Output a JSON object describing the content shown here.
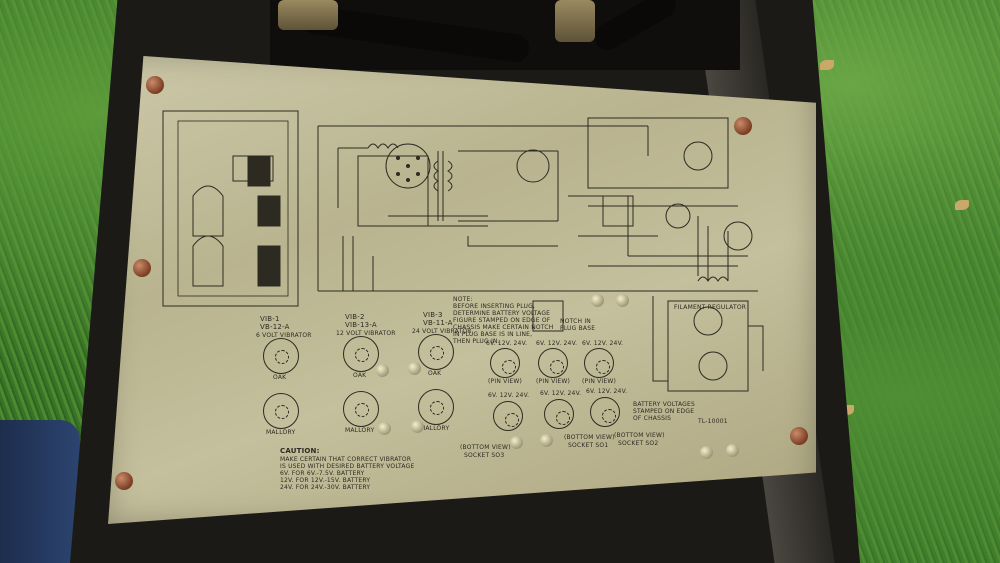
{
  "scene": "vintage radio power supply chassis panel on grass",
  "colors": {
    "panel": "#c4bf9c",
    "ink": "#2d2a22",
    "case": "#1c1a17",
    "grass": "#3f7a2a",
    "screw": "#7a3d22"
  },
  "vibrators": [
    {
      "name": "VIB-1",
      "model": "VB-12-A",
      "voltage": "6 VOLT VIBRATOR",
      "brand_top": "OAK",
      "brand_bottom": "MALLORY"
    },
    {
      "name": "VIB-2",
      "model": "VIB-13-A",
      "voltage": "12 VOLT VIBRATOR",
      "brand_top": "OAK",
      "brand_bottom": "MALLORY"
    },
    {
      "name": "VIB-3",
      "model": "VB-11-A",
      "voltage": "24 VOLT VIBRATOR",
      "brand_top": "OAK",
      "brand_bottom": "MALLORY"
    }
  ],
  "plug_sockets": [
    {
      "label_top": "6V. 12V. 24V.",
      "view": "(PIN VIEW)"
    },
    {
      "label_top": "6V. 12V. 24V.",
      "view": "(PIN VIEW)"
    },
    {
      "label_top": "6V. 12V. 24V.",
      "view": "(PIN VIEW)"
    }
  ],
  "bottom_sockets": [
    {
      "label_top": "6V. 12V. 24V.",
      "view": "(BOTTOM VIEW)",
      "socket": "SOCKET SO3"
    },
    {
      "label_top": "6V. 12V. 24V.",
      "view": "(BOTTOM VIEW)",
      "socket": "SOCKET SO1"
    },
    {
      "label_top": "6V. 12V. 24V.",
      "view": "(BOTTOM VIEW)",
      "socket": "SOCKET SO2"
    }
  ],
  "texts": {
    "caution_title": "CAUTION:",
    "caution_body": "MAKE CERTAIN THAT CORRECT VIBRATOR\nIS USED WITH DESIRED BATTERY VOLTAGE\n6V. FOR 6V.-7.5V. BATTERY\n12V. FOR 12V.-15V. BATTERY\n24V. FOR 24V.-30V. BATTERY",
    "note": "NOTE:\nBEFORE INSERTING PLUG,\nDETERMINE BATTERY VOLTAGE\nFIGURE STAMPED ON EDGE OF\nCHASSIS MAKE CERTAIN NOTCH\nIN PLUG BASE IS IN LINE,\nTHEN PLUG IN.",
    "notch": "NOTCH IN\nPLUG BASE",
    "battery_voltage": "BATTERY VOLTAGES\nSTAMPED ON EDGE\nOF CHASSIS",
    "part_number": "TL-10001",
    "filament_regulator": "FILAMENT REGULATOR",
    "bottom_view": "(BOTTOM VIEW)"
  }
}
